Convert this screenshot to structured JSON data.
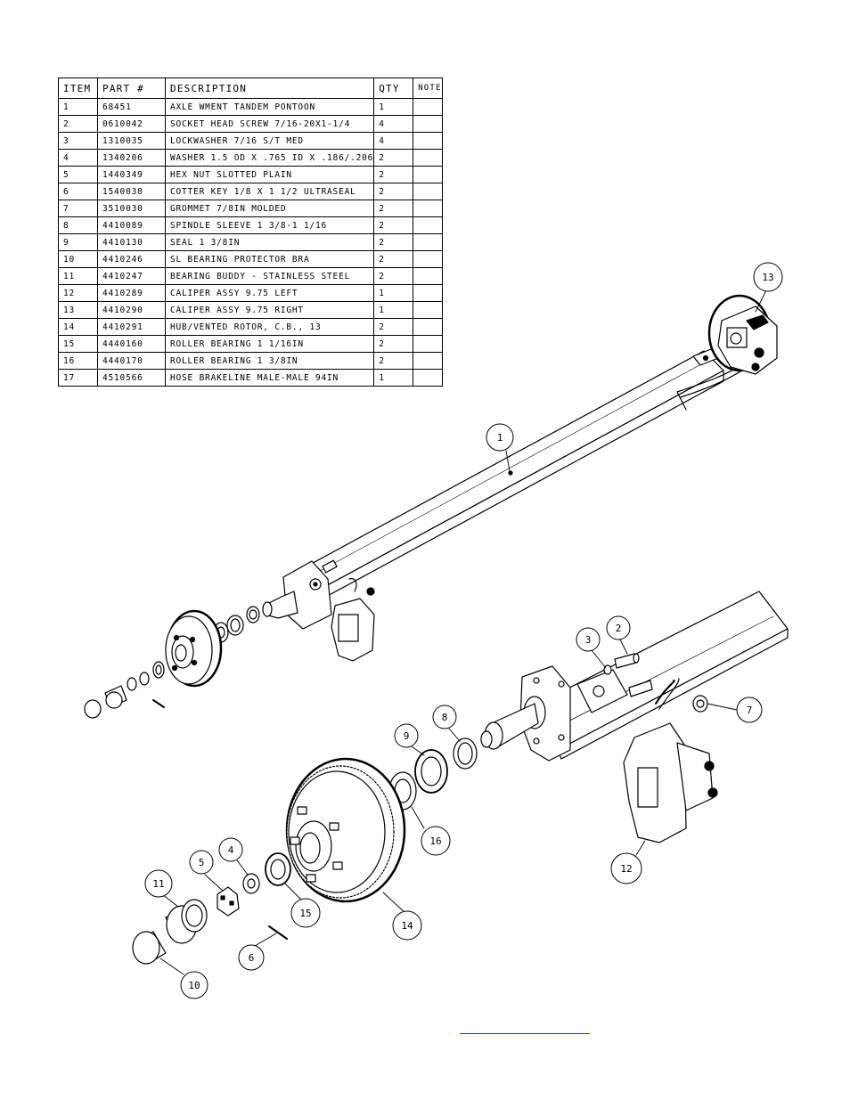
{
  "table": {
    "headers": {
      "item": "ITEM",
      "part": "PART #",
      "desc": "DESCRIPTION",
      "qty": "QTY",
      "note": "NOTE"
    },
    "rows": [
      {
        "item": "1",
        "part": "68451",
        "desc": "AXLE WMENT   TANDEM PONTOON",
        "qty": "1",
        "note": ""
      },
      {
        "item": "2",
        "part": "0610042",
        "desc": "SOCKET HEAD SCREW 7/16-20X1-1/4",
        "qty": "4",
        "note": ""
      },
      {
        "item": "3",
        "part": "1310035",
        "desc": "LOCKWASHER 7/16 S/T MED",
        "qty": "4",
        "note": ""
      },
      {
        "item": "4",
        "part": "1340206",
        "desc": "WASHER 1.5 OD X .765 ID X .186/.206",
        "qty": "2",
        "note": ""
      },
      {
        "item": "5",
        "part": "1440349",
        "desc": "HEX NUT SLOTTED PLAIN",
        "qty": "2",
        "note": ""
      },
      {
        "item": "6",
        "part": "1540038",
        "desc": "COTTER KEY 1/8 X 1 1/2 ULTRASEAL",
        "qty": "2",
        "note": ""
      },
      {
        "item": "7",
        "part": "3510030",
        "desc": "GROMMET  7/8IN MOLDED",
        "qty": "2",
        "note": ""
      },
      {
        "item": "8",
        "part": "4410089",
        "desc": "SPINDLE SLEEVE  1 3/8-1 1/16",
        "qty": "2",
        "note": ""
      },
      {
        "item": "9",
        "part": "4410130",
        "desc": "SEAL  1 3/8IN",
        "qty": "2",
        "note": ""
      },
      {
        "item": "10",
        "part": "4410246",
        "desc": "SL BEARING PROTECTOR BRA",
        "qty": "2",
        "note": ""
      },
      {
        "item": "11",
        "part": "4410247",
        "desc": "BEARING BUDDY - STAINLESS STEEL",
        "qty": "2",
        "note": ""
      },
      {
        "item": "12",
        "part": "4410289",
        "desc": "CALIPER ASSY 9.75 LEFT",
        "qty": "1",
        "note": ""
      },
      {
        "item": "13",
        "part": "4410290",
        "desc": "CALIPER ASSY 9.75 RIGHT",
        "qty": "1",
        "note": ""
      },
      {
        "item": "14",
        "part": "4410291",
        "desc": "HUB/VENTED ROTOR, C.B.,  13",
        "qty": "2",
        "note": ""
      },
      {
        "item": "15",
        "part": "4440160",
        "desc": "ROLLER BEARING   1 1/16IN",
        "qty": "2",
        "note": ""
      },
      {
        "item": "16",
        "part": "4440170",
        "desc": "ROLLER BEARING   1 3/8IN",
        "qty": "2",
        "note": ""
      },
      {
        "item": "17",
        "part": "4510566",
        "desc": "HOSE BRAKELINE MALE-MALE 94IN",
        "qty": "1",
        "note": ""
      }
    ]
  },
  "callouts": [
    {
      "id": "callout-1",
      "label": "1"
    },
    {
      "id": "callout-2",
      "label": "2"
    },
    {
      "id": "callout-3",
      "label": "3"
    },
    {
      "id": "callout-4",
      "label": "4"
    },
    {
      "id": "callout-5",
      "label": "5"
    },
    {
      "id": "callout-6",
      "label": "6"
    },
    {
      "id": "callout-7",
      "label": "7"
    },
    {
      "id": "callout-8",
      "label": "8"
    },
    {
      "id": "callout-9",
      "label": "9"
    },
    {
      "id": "callout-10",
      "label": "10"
    },
    {
      "id": "callout-11",
      "label": "11"
    },
    {
      "id": "callout-12",
      "label": "12"
    },
    {
      "id": "callout-13",
      "label": "13"
    },
    {
      "id": "callout-14",
      "label": "14"
    },
    {
      "id": "callout-15",
      "label": "15"
    },
    {
      "id": "callout-16",
      "label": "16"
    }
  ],
  "colors": {
    "line": "#000000",
    "link": "#2233cc",
    "background": "#ffffff"
  }
}
